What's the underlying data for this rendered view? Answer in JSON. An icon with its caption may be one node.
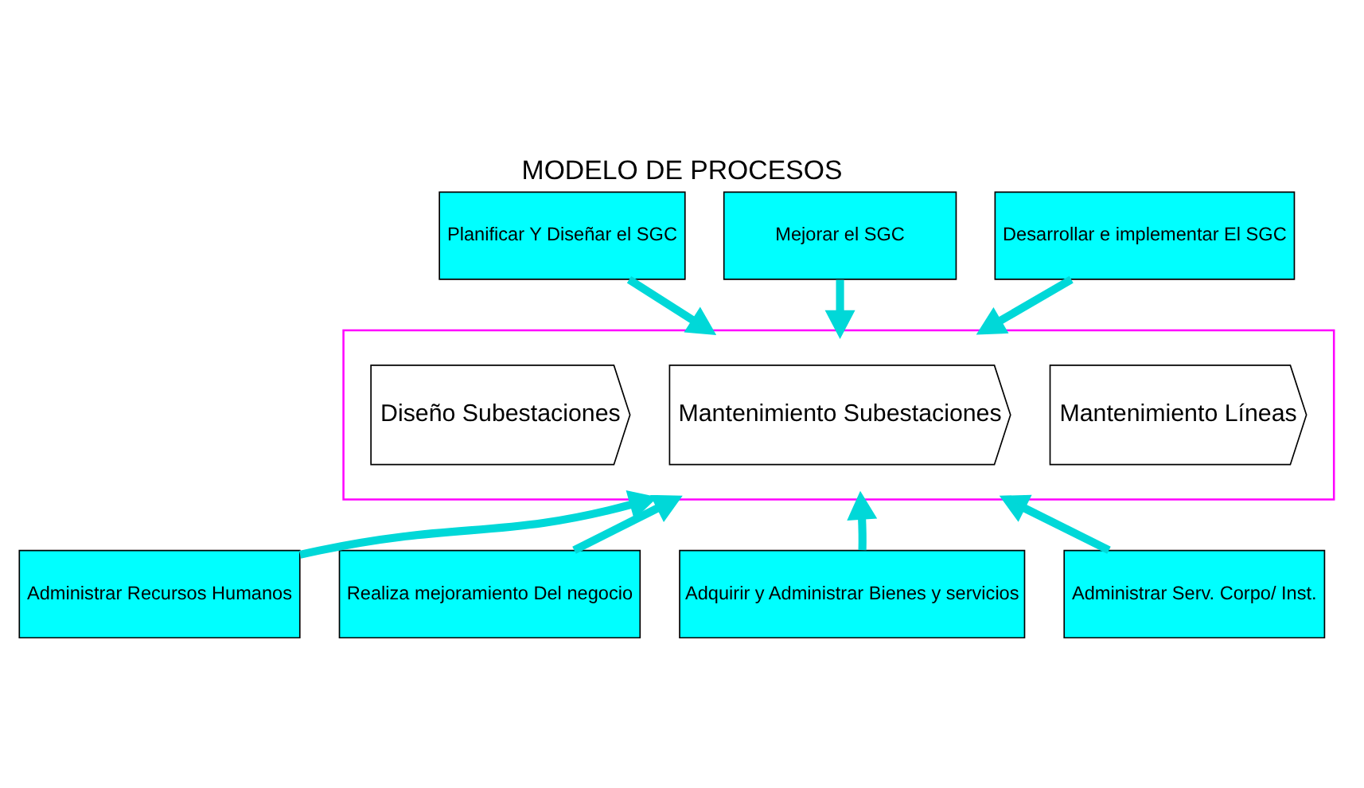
{
  "diagram": {
    "title": "MODELO DE PROCESOS",
    "nodes": [
      {
        "text": [
          "Planificar Y Diseñar el SGC"
        ]
      },
      {
        "text": [
          "Mejorar el SGC"
        ]
      },
      {
        "text": [
          "Desarrollar e implementar El SGC"
        ]
      },
      {
        "text": [],
        "shape": "box"
      },
      {
        "text": [
          "Diseño Subestaciones"
        ],
        "in": 3
      },
      {
        "text": [
          "Mantenimiento Subestaciones"
        ],
        "in": 3
      },
      {
        "text": [
          "Mantenimiento Líneas"
        ],
        "in": 3
      },
      {
        "text": [
          "Administrar Recursos Humanos"
        ]
      },
      {
        "text": [
          "Realiza mejoramiento Del negocio"
        ]
      },
      {
        "text": [
          "Adquirir y Administrar Bienes y servicios"
        ]
      },
      {
        "text": [
          "Administrar Serv. Corpo/ Inst."
        ]
      }
    ],
    "edges": [
      {
        "from": 0,
        "to": 3,
        "arrow": "to"
      },
      {
        "from": 1,
        "to": 3,
        "arrow": "to"
      },
      {
        "from": 2,
        "to": 3,
        "arrow": "to"
      },
      {
        "from": 7,
        "to": 3,
        "arrow": "to"
      },
      {
        "from": 8,
        "to": 3,
        "arrow": "to"
      },
      {
        "from": 9,
        "to": 3,
        "arrow": "to"
      },
      {
        "from": 10,
        "to": 3,
        "arrow": "to"
      }
    ]
  }
}
